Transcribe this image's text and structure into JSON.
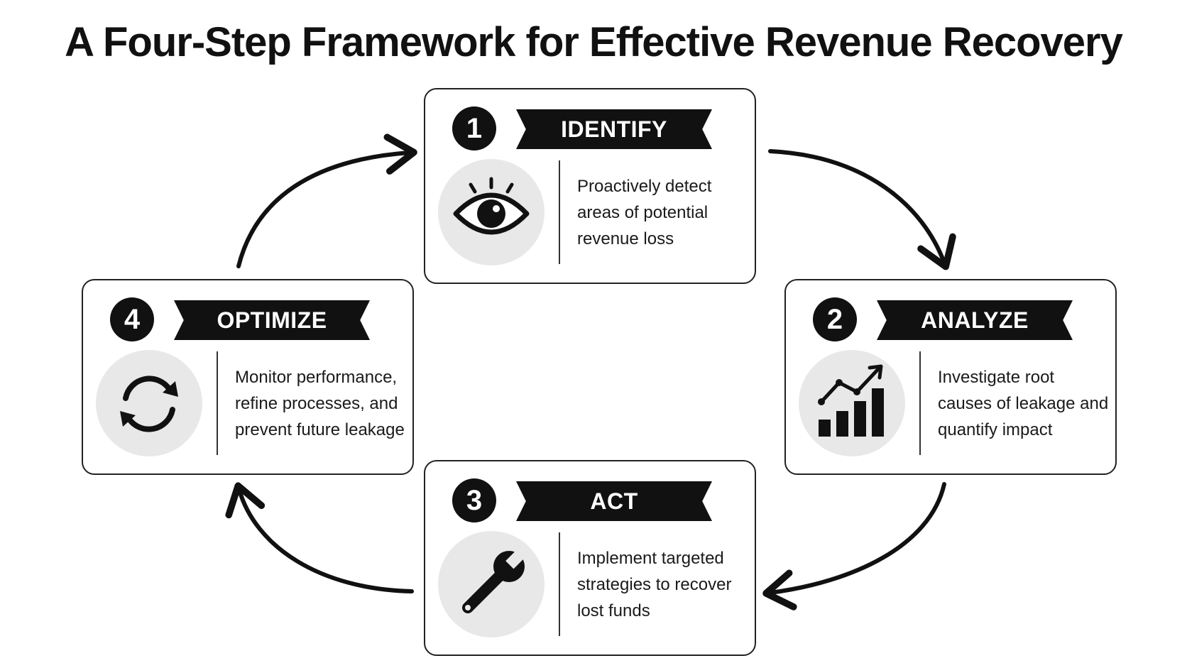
{
  "title": "A Four-Step Framework for Effective Revenue Recovery",
  "steps": [
    {
      "number": "1",
      "label": "IDENTIFY",
      "description": "Proactively detect areas of potential revenue loss",
      "icon": "eye-icon"
    },
    {
      "number": "2",
      "label": "ANALYZE",
      "description": "Investigate root causes of leakage and quantify impact",
      "icon": "bar-chart-trend-icon"
    },
    {
      "number": "3",
      "label": "ACT",
      "description": "Implement targeted strategies to recover lost funds",
      "icon": "wrench-icon"
    },
    {
      "number": "4",
      "label": "OPTIMIZE",
      "description": "Monitor performance, refine processes, and prevent future leakage",
      "icon": "refresh-cycle-icon"
    }
  ],
  "colors": {
    "primary": "#111111",
    "icon_background": "#e8e8e8",
    "border": "#222222",
    "background": "#ffffff"
  }
}
